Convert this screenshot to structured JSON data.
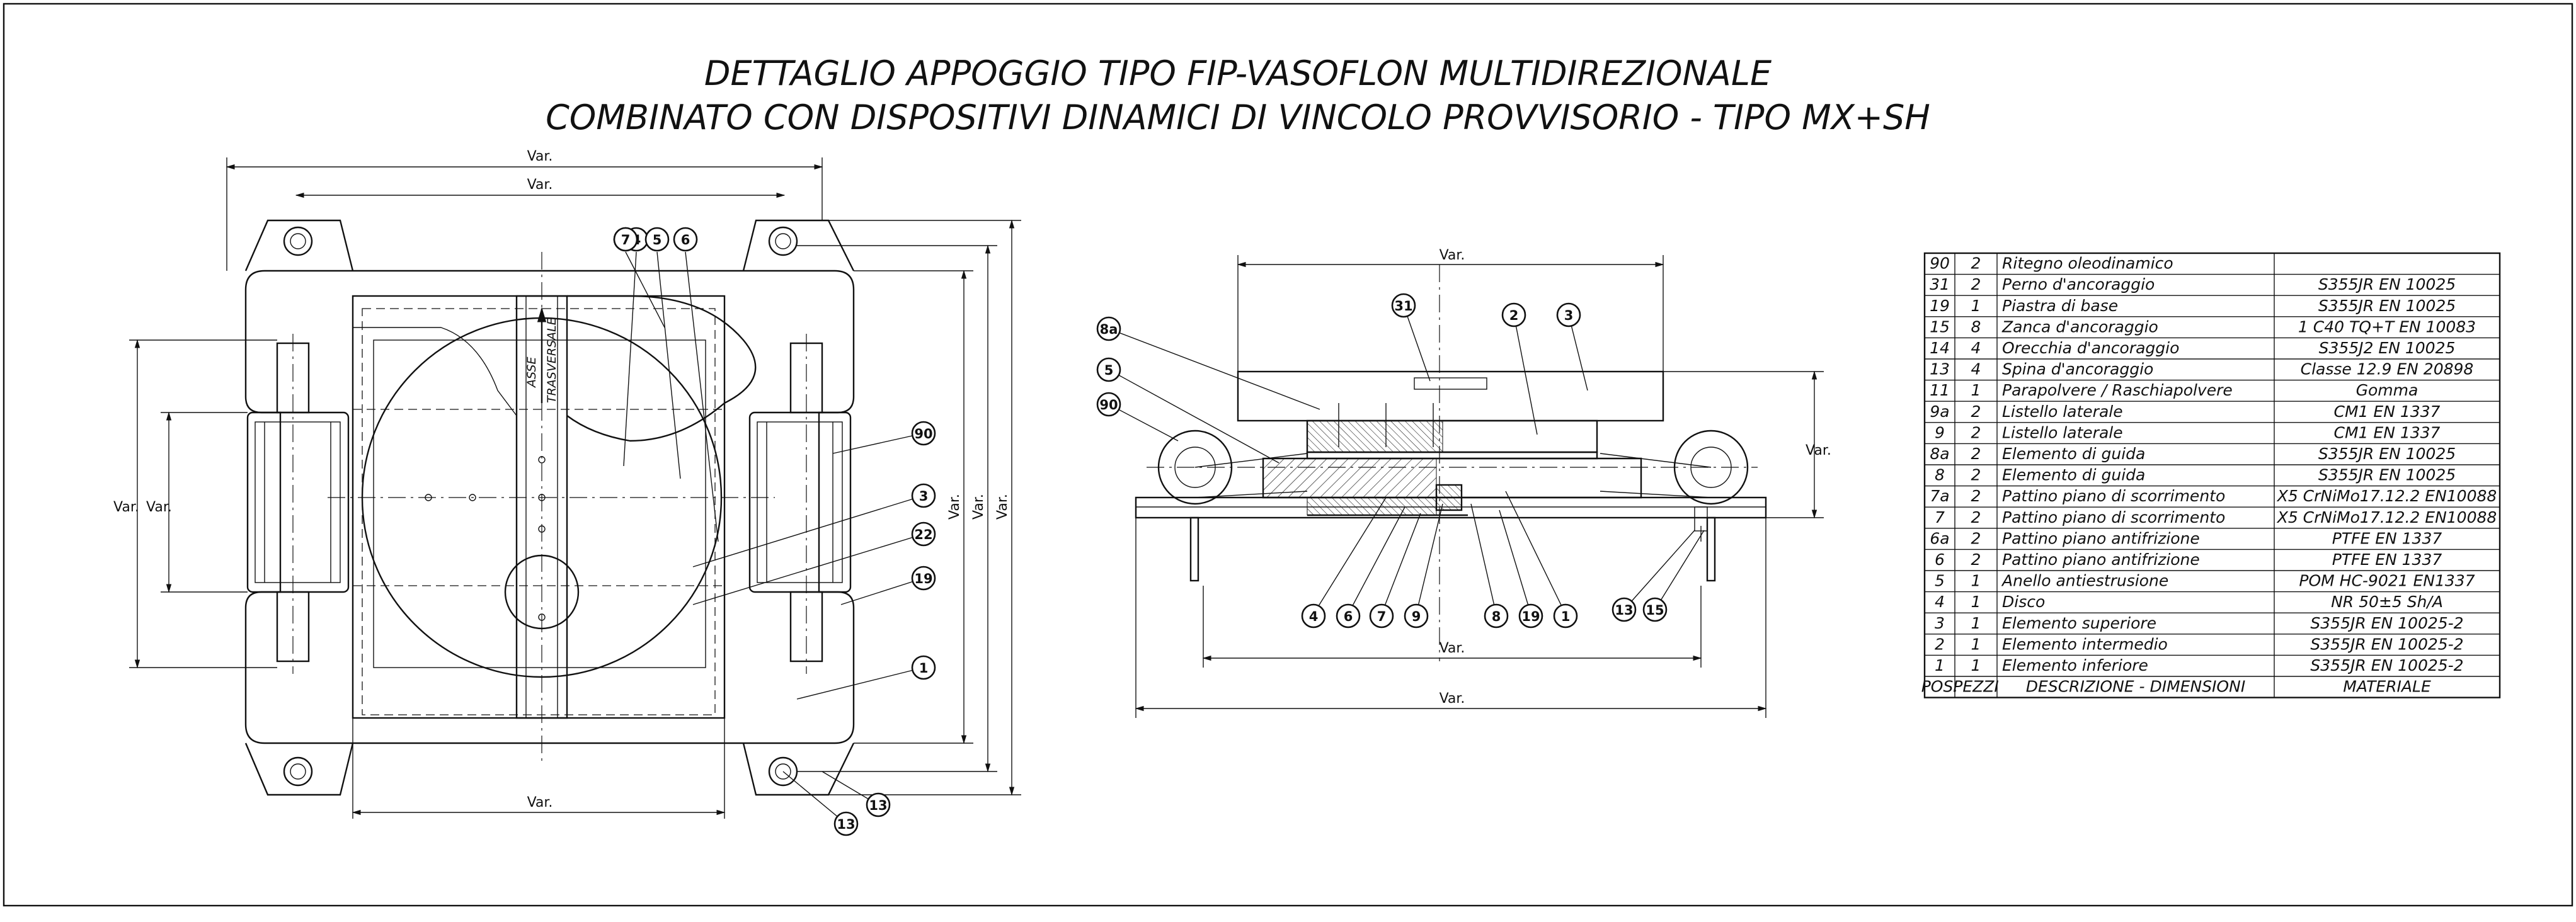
{
  "title": {
    "line1": "DETTAGLIO APPOGGIO TIPO FIP-VASOFLON MULTIDIREZIONALE",
    "line2": "COMBINATO CON DISPOSITIVI DINAMICI DI VINCOLO PROVVISORIO - TIPO MX+SH"
  },
  "dimension_label": "Var.",
  "axis_label": {
    "line1": "ASSE",
    "line2": "TRASVERSALE"
  },
  "plan_view": {
    "balloons": [
      "4",
      "7",
      "5",
      "6",
      "90",
      "3",
      "22",
      "19",
      "1",
      "13",
      "13"
    ]
  },
  "section_view": {
    "balloons": [
      "8a",
      "5",
      "90",
      "31",
      "2",
      "3",
      "4",
      "6",
      "7",
      "9",
      "8",
      "19",
      "1",
      "13",
      "15"
    ]
  },
  "parts_table": {
    "header": {
      "pos": "POS.",
      "pezzi": "PEZZI",
      "descr": "DESCRIZIONE - DIMENSIONI",
      "mat": "MATERIALE"
    },
    "rows": [
      {
        "pos": "90",
        "pezzi": "2",
        "descr": "Ritegno oleodinamico",
        "mat": ""
      },
      {
        "pos": "31",
        "pezzi": "2",
        "descr": "Perno d'ancoraggio",
        "mat": "S355JR EN 10025"
      },
      {
        "pos": "19",
        "pezzi": "1",
        "descr": "Piastra di base",
        "mat": "S355JR EN 10025"
      },
      {
        "pos": "15",
        "pezzi": "8",
        "descr": "Zanca d'ancoraggio",
        "mat": "1 C40 TQ+T EN 10083"
      },
      {
        "pos": "14",
        "pezzi": "4",
        "descr": "Orecchia d'ancoraggio",
        "mat": "S355J2 EN 10025"
      },
      {
        "pos": "13",
        "pezzi": "4",
        "descr": "Spina d'ancoraggio",
        "mat": "Classe 12.9 EN 20898"
      },
      {
        "pos": "11",
        "pezzi": "1",
        "descr": "Parapolvere / Raschiapolvere",
        "mat": "Gomma"
      },
      {
        "pos": "9a",
        "pezzi": "2",
        "descr": "Listello laterale",
        "mat": "CM1 EN 1337"
      },
      {
        "pos": "9",
        "pezzi": "2",
        "descr": "Listello laterale",
        "mat": "CM1 EN 1337"
      },
      {
        "pos": "8a",
        "pezzi": "2",
        "descr": "Elemento di guida",
        "mat": "S355JR EN 10025"
      },
      {
        "pos": "8",
        "pezzi": "2",
        "descr": "Elemento di guida",
        "mat": "S355JR EN 10025"
      },
      {
        "pos": "7a",
        "pezzi": "2",
        "descr": "Pattino piano di scorrimento",
        "mat": "X5 CrNiMo17.12.2 EN10088"
      },
      {
        "pos": "7",
        "pezzi": "2",
        "descr": "Pattino piano di scorrimento",
        "mat": "X5 CrNiMo17.12.2 EN10088"
      },
      {
        "pos": "6a",
        "pezzi": "2",
        "descr": "Pattino piano antifrizione",
        "mat": "PTFE EN 1337"
      },
      {
        "pos": "6",
        "pezzi": "2",
        "descr": "Pattino piano antifrizione",
        "mat": "PTFE EN 1337"
      },
      {
        "pos": "5",
        "pezzi": "1",
        "descr": "Anello antiestrusione",
        "mat": "POM HC-9021 EN1337"
      },
      {
        "pos": "4",
        "pezzi": "1",
        "descr": "Disco",
        "mat": "NR 50±5 Sh/A"
      },
      {
        "pos": "3",
        "pezzi": "1",
        "descr": "Elemento superiore",
        "mat": "S355JR EN 10025-2"
      },
      {
        "pos": "2",
        "pezzi": "1",
        "descr": "Elemento intermedio",
        "mat": "S355JR EN 10025-2"
      },
      {
        "pos": "1",
        "pezzi": "1",
        "descr": "Elemento inferiore",
        "mat": "S355JR EN 10025-2"
      }
    ]
  }
}
